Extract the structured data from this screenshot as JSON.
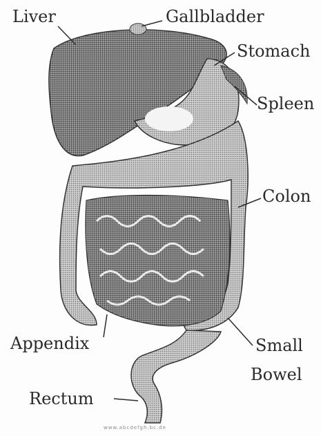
{
  "labels": {
    "liver": "Liver",
    "gallbladder": "Gallbladder",
    "stomach": "Stomach",
    "spleen": "Spleen",
    "colon": "Colon",
    "appendix": "Appendix",
    "small_bowel_line1": "Small",
    "small_bowel_line2": "Bowel",
    "rectum": "Rectum"
  },
  "footer": {
    "credit": "www.abcdefgh.bc.de"
  },
  "colors": {
    "ink": "#2a2a2a",
    "organ_dark": "#6a6a6a",
    "organ_mid": "#9a9a9a",
    "organ_light": "#c4c4c4"
  }
}
